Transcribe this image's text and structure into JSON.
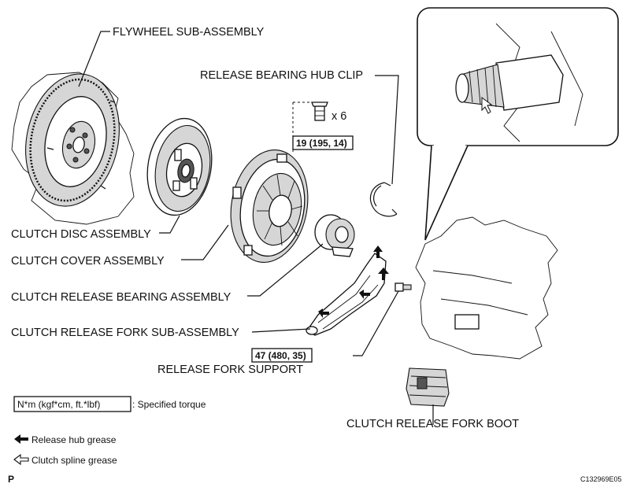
{
  "labels": {
    "flywheel": "FLYWHEEL SUB-ASSEMBLY",
    "hub_clip": "RELEASE BEARING HUB CLIP",
    "bolt_qty": "x 6",
    "torque_cover": "19 (195, 14)",
    "clutch_disc": "CLUTCH DISC ASSEMBLY",
    "clutch_cover": "CLUTCH COVER ASSEMBLY",
    "release_bearing": "CLUTCH RELEASE BEARING ASSEMBLY",
    "release_fork": "CLUTCH RELEASE FORK SUB-ASSEMBLY",
    "torque_support": "47 (480, 35)",
    "fork_support": "RELEASE FORK SUPPORT",
    "fork_boot": "CLUTCH RELEASE FORK BOOT"
  },
  "legend": {
    "torque_unit": "N*m (kgf*cm, ft.*lbf)",
    "torque_desc": ": Specified torque",
    "hub_grease": "Release hub grease",
    "spline_grease": "Clutch spline grease"
  },
  "corner": {
    "page_letter": "P",
    "figure_code": "C132969E05"
  }
}
